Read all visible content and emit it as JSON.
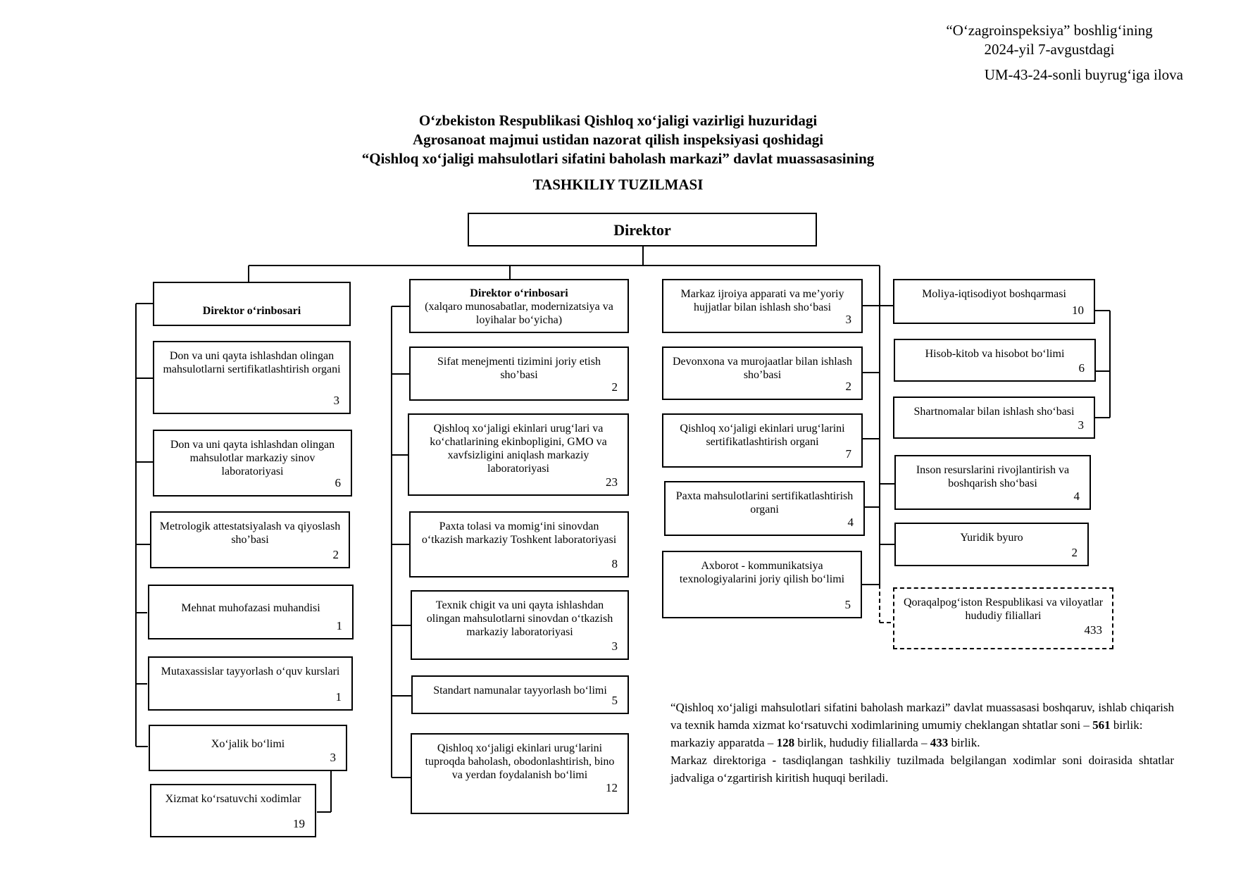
{
  "approval": {
    "line1": "“O‘zagroinspeksiya” boshlig‘ining",
    "line2": "2024-yil 7-avgustdagi",
    "line3": "UM-43-24-sonli buyrug‘iga ilova"
  },
  "title": {
    "line1": "O‘zbekiston Respublikasi Qishloq xo‘jaligi vazirligi huzuridagi",
    "line2": "Agrosanoat majmui ustidan nazorat qilish inspeksiyasi qoshidagi",
    "line3": "“Qishloq xo‘jaligi mahsulotlari sifatini baholash markazi” davlat muassasasining",
    "main": "TASHKILIY TUZILMASI"
  },
  "director": {
    "label": "Direktor"
  },
  "col1": {
    "head": "Direktor o‘rinbosari",
    "items": [
      {
        "name": "Don va uni qayta ishlashdan olingan mahsulotlarni sertifikatlashtirish organi",
        "count": "3"
      },
      {
        "name": "Don va uni qayta ishlashdan olingan mahsulotlar markaziy sinov laboratoriyasi",
        "count": "6"
      },
      {
        "name": "Metrologik attestatsiyalash va qiyoslash sho’basi",
        "count": "2"
      },
      {
        "name": "Mehnat muhofazasi muhandisi",
        "count": "1"
      },
      {
        "name": "Mutaxassislar tayyorlash o‘quv kurslari",
        "count": "1"
      },
      {
        "name": "Xo‘jalik bo‘limi",
        "count": "3"
      },
      {
        "name": "Xizmat ko‘rsatuvchi xodimlar",
        "count": "19"
      }
    ]
  },
  "col2": {
    "head": "Direktor o‘rinbosari",
    "head_sub": "(xalqaro munosabatlar, modernizatsiya va loyihalar bo‘yicha)",
    "items": [
      {
        "name": "Sifat menejmenti tizimini joriy etish sho’basi",
        "count": "2"
      },
      {
        "name": "Qishloq xo‘jaligi ekinlari urug‘lari va ko‘chatlarining ekinbopligini, GMO va xavfsizligini aniqlash markaziy laboratoriyasi",
        "count": "23"
      },
      {
        "name": "Paxta tolasi va momig‘ini sinovdan o‘tkazish markaziy Toshkent laboratoriyasi",
        "count": "8"
      },
      {
        "name": "Texnik chigit va uni qayta ishlashdan olingan mahsulotlarni sinovdan o‘tkazish markaziy laboratoriyasi",
        "count": "3"
      },
      {
        "name": "Standart namunalar tayyorlash bo‘limi",
        "count": "5"
      },
      {
        "name": "Qishloq xo‘jaligi ekinlari urug‘larini tuproqda baholash, obodonlashtirish, bino va yerdan foydalanish bo‘limi",
        "count": "12"
      }
    ]
  },
  "col3": {
    "items": [
      {
        "name": "Markaz ijroiya apparati va me’yoriy hujjatlar bilan ishlash sho‘basi",
        "count": "3"
      },
      {
        "name": "Devonxona va murojaatlar bilan ishlash sho’basi",
        "count": "2"
      },
      {
        "name": "Qishloq xo‘jaligi ekinlari urug‘larini sertifikatlashtirish organi",
        "count": "7"
      },
      {
        "name": "Paxta mahsulotlarini sertifikatlashtirish organi",
        "count": "4"
      },
      {
        "name": "Axborot - kommunikatsiya texnologiyalarini joriy qilish bo‘limi",
        "count": "5"
      }
    ]
  },
  "col4": {
    "items": [
      {
        "name": "Moliya-iqtisodiyot boshqarmasi",
        "count": "10"
      },
      {
        "name": "Hisob-kitob va hisobot bo‘limi",
        "count": "6"
      },
      {
        "name": "Shartnomalar bilan ishlash sho‘basi",
        "count": "3"
      },
      {
        "name": "Inson resurslarini rivojlantirish va boshqarish sho‘basi",
        "count": "4"
      },
      {
        "name": "Yuridik byuro",
        "count": "2"
      },
      {
        "name": "Qoraqalpog‘iston Respublikasi va viloyatlar hududiy filiallari",
        "count": "433"
      }
    ]
  },
  "note": {
    "p1_text": "“Qishloq xo‘jaligi mahsulotlari sifatini baholash markazi” davlat muassasasi boshqaruv, ishlab chiqarish va texnik hamda xizmat ko‘rsatuvchi xodimlarining umumiy cheklangan shtatlar soni –",
    "p1_total": "561",
    "p1_unit": "birlik:",
    "p2_pre": "markaziy apparatda –",
    "p2_central": "128",
    "p2_mid": "birlik, hududiy filiallarda –",
    "p2_regional": "433",
    "p2_unit": "birlik.",
    "p3_pre": "Markaz direktoriga",
    "p3_dash": "-",
    "p3_text": "tasdiqlangan tashkiliy tuzilmada belgilangan xodimlar soni doirasida shtatlar jadvaliga o‘zgartirish kiritish huquqi beriladi."
  }
}
